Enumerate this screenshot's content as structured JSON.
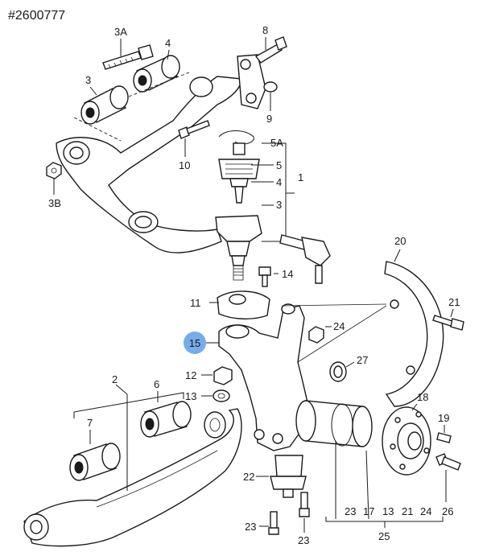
{
  "reference_number": "#2600777",
  "highlight": {
    "label": "15",
    "color": "#4a90e2"
  },
  "callouts": {
    "c3A": "3A",
    "c4": "4",
    "c3": "3",
    "c8": "8",
    "c9": "9",
    "c10": "10",
    "c5A": "5A",
    "c5": "5",
    "c4b": "4",
    "c1": "1",
    "c3b": "3",
    "c3B": "3B",
    "c14": "14",
    "c11": "11",
    "c20": "20",
    "c21": "21",
    "c24": "24",
    "c27": "27",
    "c12": "12",
    "c13": "13",
    "c18": "18",
    "c19": "19",
    "c2": "2",
    "c6": "6",
    "c7": "7",
    "c22": "22",
    "c26": "26",
    "c23a": "23",
    "c23b": "23"
  },
  "bottom_row": [
    "23",
    "17",
    "13",
    "21",
    "24",
    "26"
  ],
  "bottom_group": "25"
}
